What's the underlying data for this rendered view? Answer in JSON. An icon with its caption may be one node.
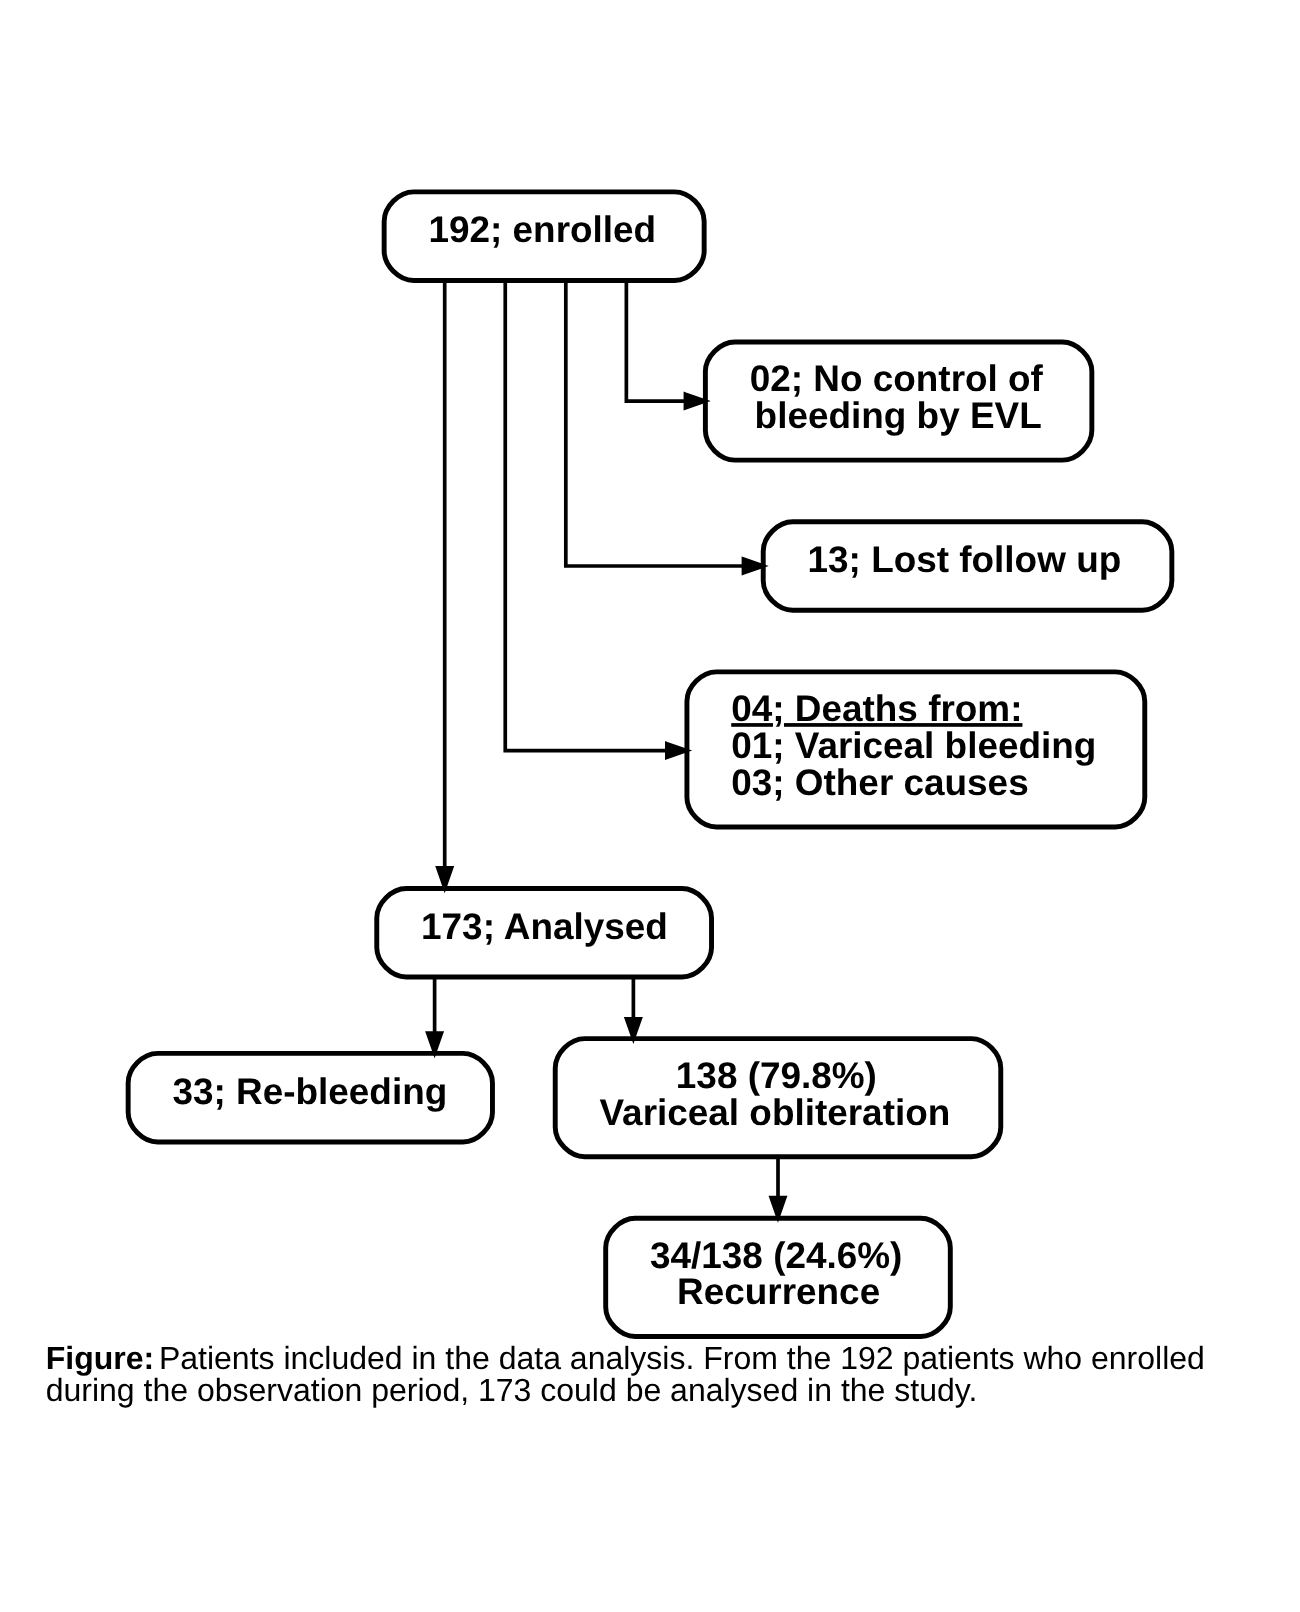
{
  "diagram": {
    "caption": "**Figure:** Patients included in the data analysis. From the 192 patients who enrolled during the observation period, 173 could be analysed in the study.",
    "nodes": [
      {
        "text": [
          "192; enrolled"
        ]
      },
      {
        "text": [
          "02; No control of bleeding by EVL"
        ]
      },
      {
        "text": [
          "13; Lost follow up"
        ]
      },
      {
        "text": [
          "04; Deaths from:",
          "01; Variceal bleeding",
          "03; Other causes"
        ]
      },
      {
        "text": [
          "173; Analysed"
        ]
      },
      {
        "text": [
          "33; Re-bleeding"
        ]
      },
      {
        "text": [
          "138 (79.8%)",
          "Variceal obliteration"
        ]
      },
      {
        "text": [
          "34/138 (24.6%)",
          "Recurrence"
        ]
      }
    ],
    "edges": [
      {
        "from": 0,
        "to": 4,
        "arrow": "to"
      },
      {
        "from": 0,
        "to": 1,
        "arrow": "to"
      },
      {
        "from": 0,
        "to": 2,
        "arrow": "to"
      },
      {
        "from": 0,
        "to": 3,
        "arrow": "to"
      },
      {
        "from": 4,
        "to": 5,
        "arrow": "to"
      },
      {
        "from": 4,
        "to": 6,
        "arrow": "to"
      },
      {
        "from": 6,
        "to": 7,
        "arrow": "to"
      }
    ]
  }
}
